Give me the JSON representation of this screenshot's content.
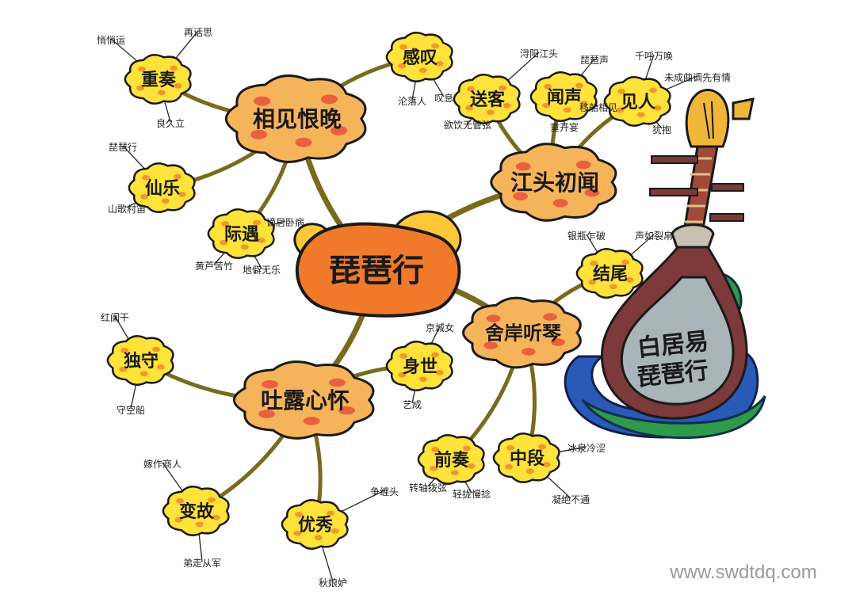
{
  "center": {
    "label": "琵琶行"
  },
  "instrument": {
    "line1": "白居易",
    "line2": "琵琶行"
  },
  "watermark": "www.swdtdq.com",
  "colors": {
    "branch": "#7a6a1c",
    "bubble_main": "#f6b45a",
    "bubble_main_dot": "#e8503a",
    "bubble_sub": "#ffe23a",
    "bubble_sub_dot": "#f08a2a",
    "center_fill": "#f07a2a",
    "center_swirl": "#ffc83a",
    "lute_body": "#7c3a3a",
    "lute_neck": "#a04a3a",
    "lute_panel": "#a8b4b8",
    "wave_blue": "#2a5ab8",
    "wave_green": "#2f9a4a"
  },
  "branches": [
    {
      "label": "相见恨晚",
      "subs": [
        {
          "label": "感叹",
          "leaves": [
            "沦落人",
            "叹息"
          ]
        },
        {
          "label": "重奏",
          "leaves": [
            "悄悄运",
            "再话思",
            "良久立"
          ]
        },
        {
          "label": "仙乐",
          "leaves": [
            "琵琶行",
            "山歌村笛"
          ]
        },
        {
          "label": "际遇",
          "leaves": [
            "黄芦苦竹",
            "地僻无乐",
            "谪居卧病"
          ]
        }
      ]
    },
    {
      "label": "江头初闻",
      "subs": [
        {
          "label": "送客",
          "leaves": [
            "浔阳江头",
            "欲饮无管弦"
          ]
        },
        {
          "label": "闻声",
          "leaves": [
            "琵琶声",
            "移船相见",
            "重开宴"
          ]
        },
        {
          "label": "见人",
          "leaves": [
            "千呼万唤",
            "未成曲调先有情",
            "犹抱"
          ]
        }
      ]
    },
    {
      "label": "吐露心怀",
      "subs": [
        {
          "label": "独守",
          "leaves": [
            "红阑干",
            "守空船"
          ]
        },
        {
          "label": "身世",
          "leaves": [
            "京城女",
            "艺成"
          ]
        },
        {
          "label": "变故",
          "leaves": [
            "嫁作商人",
            "弟走从军"
          ]
        },
        {
          "label": "优秀",
          "leaves": [
            "争缠头",
            "秋娘妒"
          ]
        }
      ]
    },
    {
      "label": "舍岸听琴",
      "subs": [
        {
          "label": "结尾",
          "leaves": [
            "银瓶乍破",
            "声如裂帛"
          ]
        },
        {
          "label": "前奏",
          "leaves": [
            "转轴拨弦",
            "轻拢慢捻"
          ]
        },
        {
          "label": "中段",
          "leaves": [
            "冰泉冷涩",
            "凝绝不通"
          ]
        }
      ]
    }
  ]
}
